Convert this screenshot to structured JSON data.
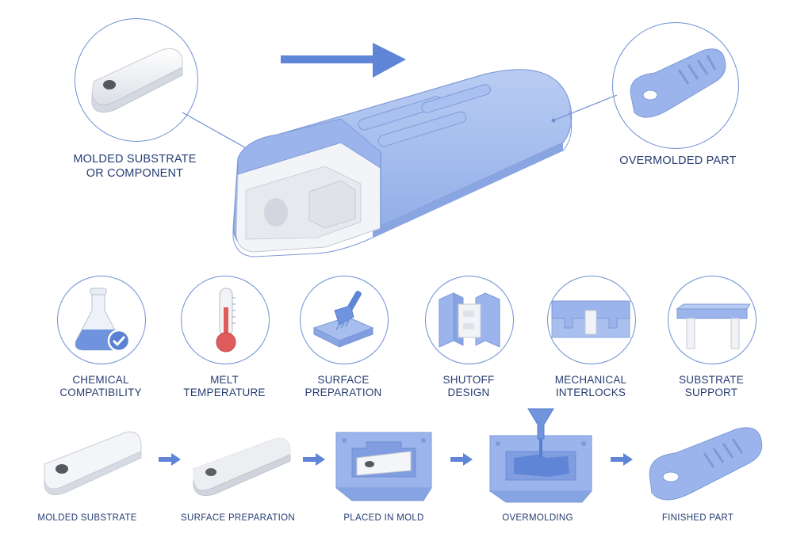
{
  "top": {
    "substrate_label_line1": "MOLDED SUBSTRATE",
    "substrate_label_line2": "OR COMPONENT",
    "overmolded_label": "OVERMOLDED PART"
  },
  "considerations": [
    {
      "line1": "CHEMICAL",
      "line2": "COMPATIBILITY",
      "icon": "flask-check-icon"
    },
    {
      "line1": "MELT",
      "line2": "TEMPERATURE",
      "icon": "thermometer-icon"
    },
    {
      "line1": "SURFACE",
      "line2": "PREPARATION",
      "icon": "brush-surface-icon"
    },
    {
      "line1": "SHUTOFF",
      "line2": "DESIGN",
      "icon": "shutoff-block-icon"
    },
    {
      "line1": "MECHANICAL",
      "line2": "INTERLOCKS",
      "icon": "interlock-icon"
    },
    {
      "line1": "SUBSTRATE",
      "line2": "SUPPORT",
      "icon": "support-bench-icon"
    }
  ],
  "process": [
    {
      "label": "MOLDED SUBSTRATE"
    },
    {
      "label": "SURFACE PREPARATION"
    },
    {
      "label": "PLACED IN MOLD"
    },
    {
      "label": "OVERMOLDING"
    },
    {
      "label": "FINISHED PART"
    }
  ],
  "colors": {
    "blue": "#9bb5ec",
    "blue_dark": "#6d8fd4",
    "white_part": "#f2f3f6",
    "text": "#253d72"
  }
}
